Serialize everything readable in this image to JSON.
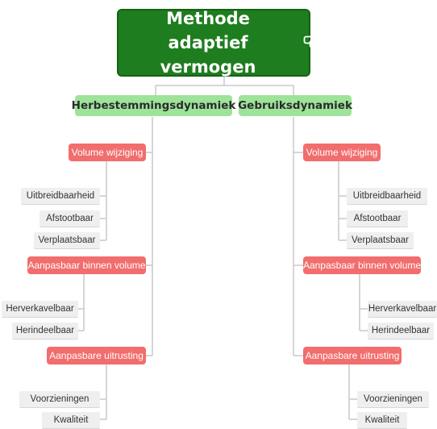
{
  "root": {
    "title": "Methode adaptief vermogen",
    "icon": "link-icon"
  },
  "branches": [
    {
      "label": "Herbestemmingsdynamiek",
      "groups": [
        {
          "label": "Volume wijziging",
          "items": [
            "Uitbreidbaarheid",
            "Afstootbaar",
            "Verplaatsbaar"
          ]
        },
        {
          "label": "Aanpasbaar binnen volume",
          "items": [
            "Herverkavelbaar",
            "Herindeelbaar"
          ]
        },
        {
          "label": "Aanpasbare uitrusting",
          "items": [
            "Voorzieningen",
            "Kwaliteit"
          ]
        }
      ]
    },
    {
      "label": "Gebruiksdynamiek",
      "groups": [
        {
          "label": "Volume wijziging",
          "items": [
            "Uitbreidbaarheid",
            "Afstootbaar",
            "Verplaatsbaar"
          ]
        },
        {
          "label": "Aanpasbaar binnen volume",
          "items": [
            "Herverkavelbaar",
            "Herindeelbaar"
          ]
        },
        {
          "label": "Aanpasbare uitrusting",
          "items": [
            "Voorzieningen",
            "Kwaliteit"
          ]
        }
      ]
    }
  ],
  "colors": {
    "root": "#1e7d1e",
    "branch": "#9ee39a",
    "group": "#f26d6d",
    "leaf": "#efefef",
    "line": "#c9c9c9"
  }
}
